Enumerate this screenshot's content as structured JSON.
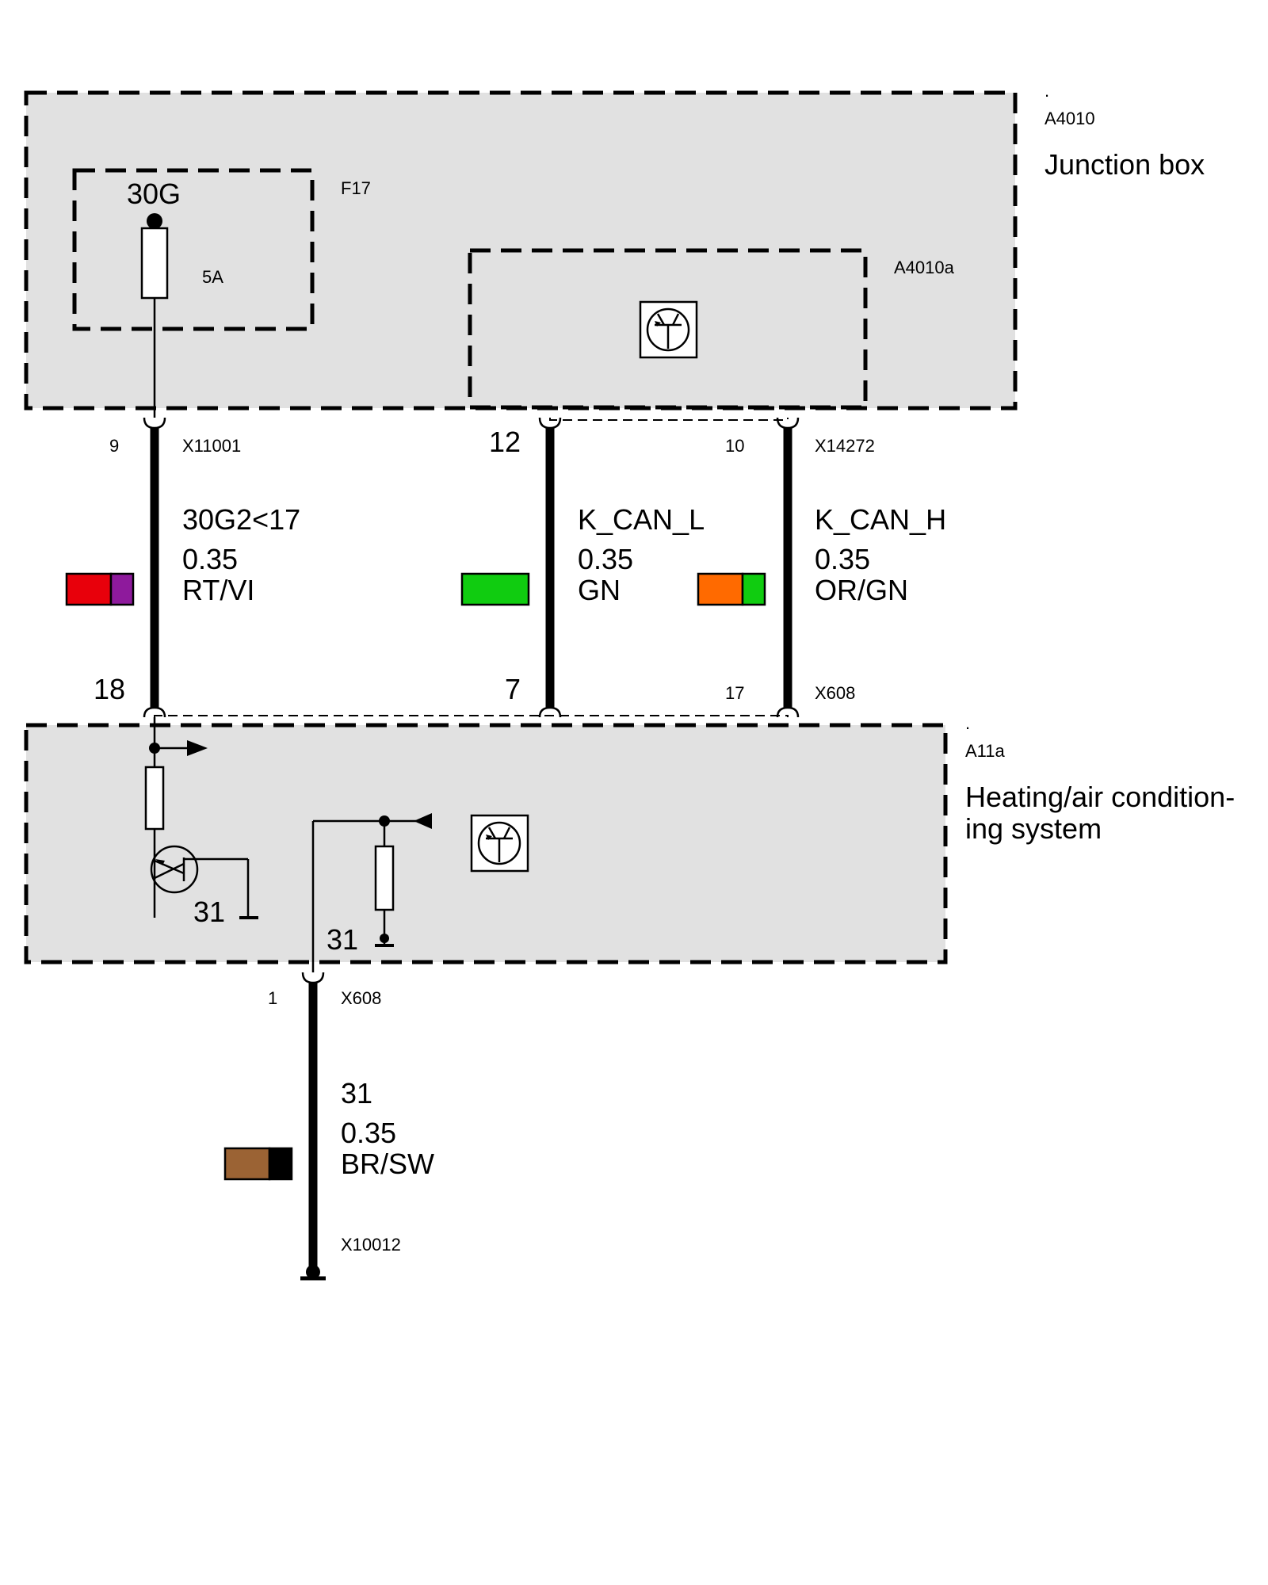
{
  "modules": {
    "junction_box": {
      "dot": ".",
      "id": "A4010",
      "name": "Junction box",
      "fuse_id": "F17",
      "fuse_supply": "30G",
      "fuse_rating": "5A",
      "sub_id": "A4010a"
    },
    "hvac": {
      "dot": ".",
      "id": "A11a",
      "name_line1": "Heating/air condition-",
      "name_line2": "ing system",
      "ground_1": "31",
      "ground_2": "31"
    }
  },
  "wires": [
    {
      "signal": "30G2<17",
      "gauge": "0.35",
      "color_code": "RT/VI",
      "colors": [
        "#e8000b",
        "#8e1a9c"
      ],
      "pin_top": "9",
      "connector_top": "X11001",
      "pin_bottom": "18"
    },
    {
      "signal": "K_CAN_L",
      "gauge": "0.35",
      "color_code": "GN",
      "colors": [
        "#10cc10"
      ],
      "pin_top": "12",
      "pin_bottom": "7"
    },
    {
      "signal": "K_CAN_H",
      "gauge": "0.35",
      "color_code": "OR/GN",
      "colors": [
        "#ff6a00",
        "#10cc10"
      ],
      "pin_top": "10",
      "connector_top": "X14272",
      "pin_bottom": "17",
      "connector_bottom": "X608"
    },
    {
      "signal": "31",
      "gauge": "0.35",
      "color_code": "BR/SW",
      "colors": [
        "#9b6334",
        "#000000"
      ],
      "pin_top": "1",
      "connector_top": "X608",
      "connector_bottom": "X10012"
    }
  ]
}
